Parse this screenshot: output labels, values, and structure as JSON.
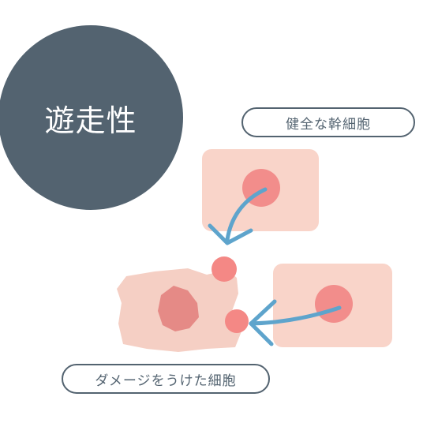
{
  "title": "遊走性",
  "labels": {
    "healthy_stem_cell": "健全な幹細胞",
    "damaged_cell": "ダメージをうけた細胞"
  },
  "colors": {
    "title_circle": "#536370",
    "label_border": "#536370",
    "cell_body": "#f9d4c9",
    "damaged_body": "#f5cfc4",
    "nucleus": "#f28d8b",
    "damaged_nucleus": "#e58a86",
    "migrating_cell": "#f48885",
    "arrow": "#5ea4cc"
  },
  "icons": [
    "curved-arrow-icon",
    "curved-arrow-icon"
  ]
}
